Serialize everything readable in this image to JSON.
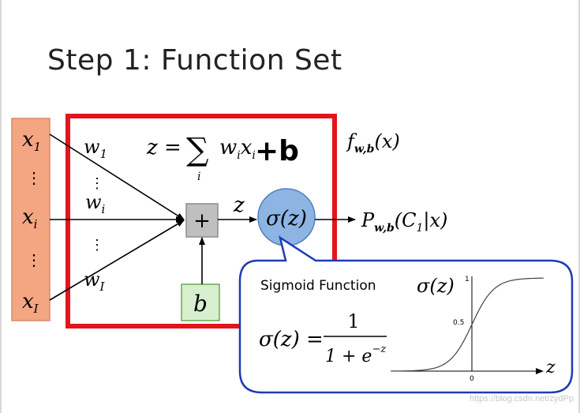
{
  "title": "Step 1: Function Set",
  "inputs": {
    "x1": "x",
    "x1_sub": "1",
    "xi": "x",
    "xi_sub": "i",
    "xI": "x",
    "xI_sub": "I",
    "dots": "⋮"
  },
  "weights": {
    "w1": "w",
    "w1_sub": "1",
    "wi": "w",
    "wi_sub": "i",
    "wI": "w",
    "wI_sub": "I",
    "dots": "⋮"
  },
  "equation": {
    "lhs": "z =",
    "sum": "∑",
    "sum_index": "i",
    "term": "w",
    "term_sub": "i",
    "term2": "x",
    "term2_sub": "i",
    "bias_hand": "+b"
  },
  "sum_node": "+",
  "z_label": "z",
  "bias": "b",
  "sigma_node": "σ(z)",
  "function_label": {
    "f": "f",
    "f_sub": "w,b",
    "f_arg": "(x)"
  },
  "output_label": {
    "p": "P",
    "p_sub": "w,b",
    "p_arg": "(C",
    "p_arg_sub": "1",
    "p_arg_end": "|x)"
  },
  "callout": {
    "title": "Sigmoid Function",
    "formula_lhs": "σ(z) =",
    "numerator": "1",
    "denominator": "1 + e",
    "exponent": "−z",
    "plot_ylabel": "σ(z)",
    "tick_1": "1",
    "tick_half": "0.5",
    "tick_0": "0",
    "x_axis_label": "z"
  },
  "colors": {
    "input_fill": "#f4a582",
    "input_stroke": "#d8896a",
    "red_box": "#e3141b",
    "sigma_fill": "#8db4e3",
    "sigma_stroke": "#4f81bd",
    "bias_fill": "#d8efcf",
    "bias_stroke": "#6aa84f",
    "callout_stroke": "#1f3bb5"
  },
  "watermark": "https://blog.csdn.net/zydPp"
}
